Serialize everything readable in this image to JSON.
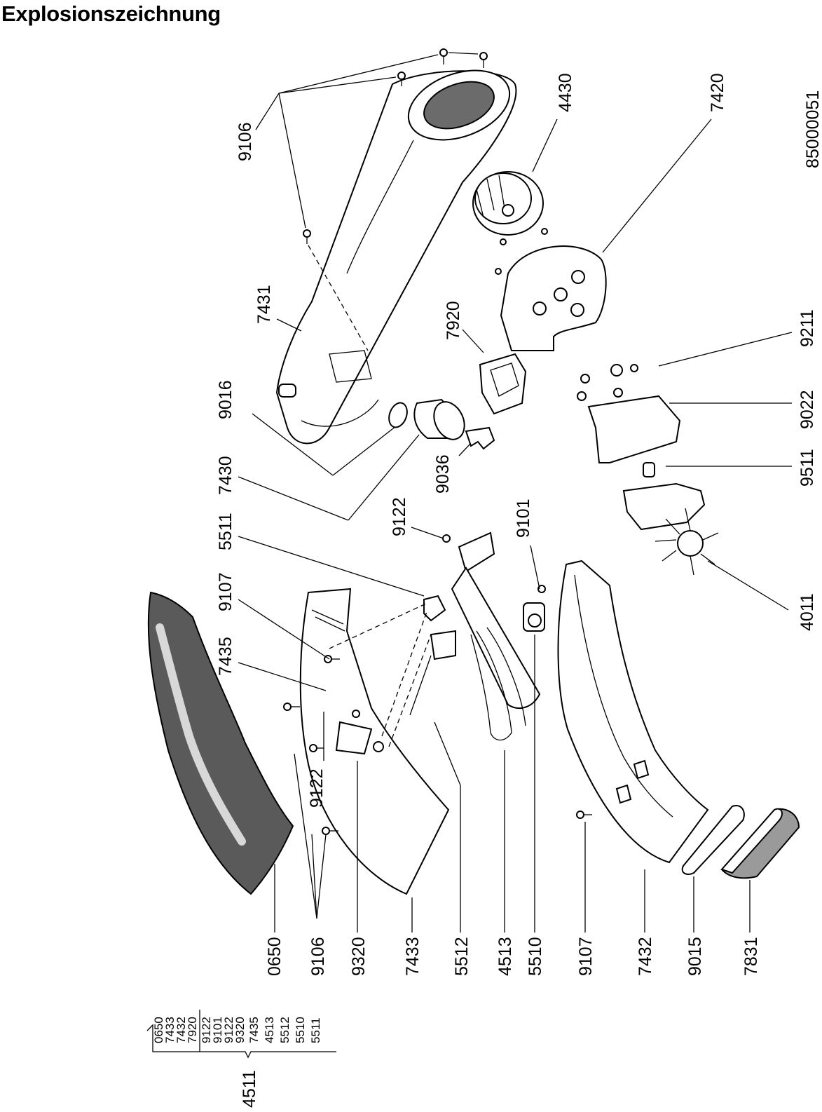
{
  "title": "Explosionszeichnung",
  "drawing_number": "85000051",
  "part_numbers": {
    "p9106_top": "9106",
    "p4430": "4430",
    "p7420": "7420",
    "p7431": "7431",
    "p7920": "7920",
    "p9016": "9016",
    "p9211": "9211",
    "p9022": "9022",
    "p7430": "7430",
    "p9036": "9036",
    "p9511": "9511",
    "p5511": "5511",
    "p9122_mid": "9122",
    "p9101": "9101",
    "p9107_left": "9107",
    "p4011": "4011",
    "p7435": "7435",
    "p9122_left": "9122",
    "p0650": "0650",
    "p9106_bottom": "9106",
    "p9320": "9320",
    "p7433": "7433",
    "p5512": "5512",
    "p4513": "4513",
    "p5510": "5510",
    "p9107_bottom": "9107",
    "p7432": "7432",
    "p9015": "9015",
    "p7831": "7831"
  },
  "assembly": {
    "number": "4511",
    "components": [
      "0650",
      "7433",
      "7432",
      "7920",
      "9122",
      "9101",
      "9122",
      "9320",
      "7435",
      "4513",
      "5512",
      "5510",
      "5511"
    ]
  }
}
